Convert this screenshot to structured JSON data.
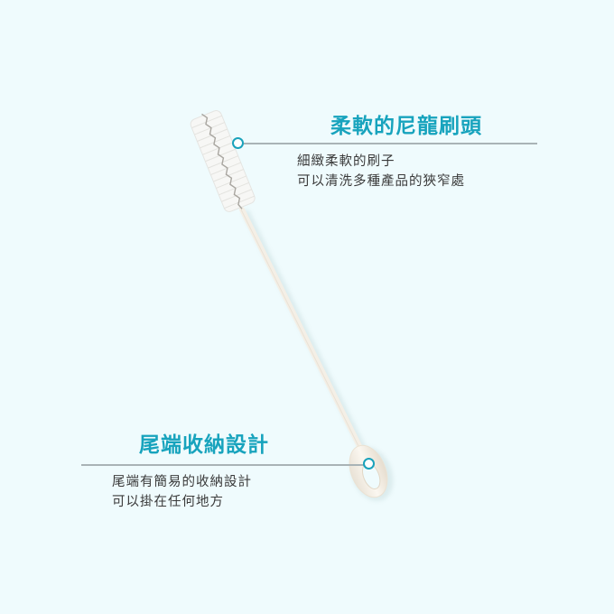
{
  "colors": {
    "background": "#effbfd",
    "accent": "#17a3bd",
    "text": "#3a3a3a",
    "line": "#a9b3b6"
  },
  "callouts": [
    {
      "id": "brush-head",
      "title": "柔軟的尼龍刷頭",
      "lines": [
        "細緻柔軟的刷子",
        "可以清洗多種產品的狹窄處"
      ]
    },
    {
      "id": "tail-storage",
      "title": "尾端收納設計",
      "lines": [
        "尾端有簡易的收納設計",
        "可以掛在任何地方"
      ]
    }
  ],
  "product": {
    "name": "nylon-bottle-brush"
  }
}
